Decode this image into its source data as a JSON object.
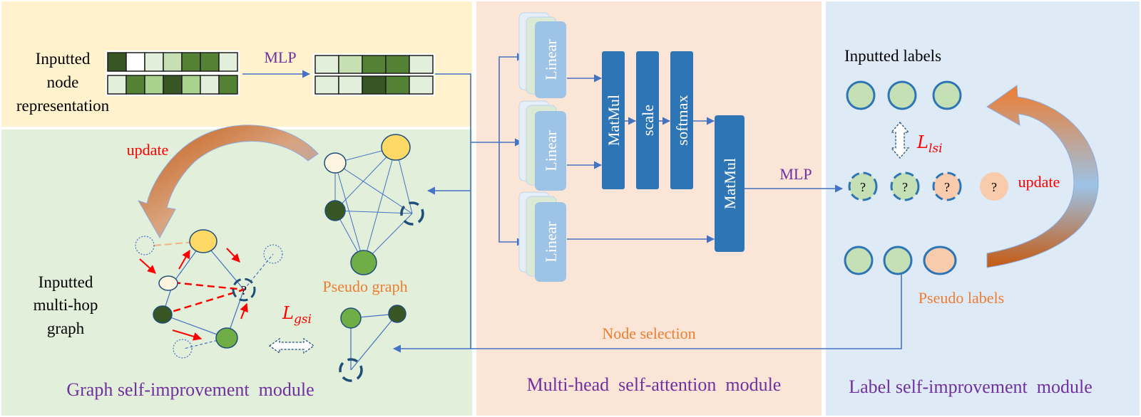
{
  "input_panel": {
    "label_line1": "Inputted",
    "label_line2": "node",
    "label_line3": "representation",
    "input_rows": [
      [
        "#375623",
        "#ffffff",
        "#e2efda",
        "#c6e0b4",
        "#548235",
        "#548235",
        "#e2efda"
      ],
      [
        "#e2efda",
        "#548235",
        "#a9d18e",
        "#375623",
        "#a9d18e",
        "#e2efda",
        "#548235"
      ]
    ],
    "output_rows": [
      [
        "#e2efda",
        "#c6e0b4",
        "#548235",
        "#548235",
        "#e2efda"
      ],
      [
        "#e2efda",
        "#e2efda",
        "#375623",
        "#548235",
        "#e2efda"
      ]
    ],
    "mlp_label": "MLP"
  },
  "graph_module": {
    "update_label": "update",
    "inputted_line1": "Inputted",
    "inputted_line2": "multi-hop",
    "inputted_line3": "graph",
    "pseudo_graph_label": "Pseudo graph",
    "loss_main": "L",
    "loss_sub": "gsi",
    "unknown_mark": "?",
    "title": "Graph self-improvement  module"
  },
  "attention_module": {
    "linear_label": "Linear",
    "matmul_label": "MatMul",
    "scale_label": "scale",
    "softmax_label": "softmax",
    "mlp_label": "MLP",
    "node_selection_label": "Node selection",
    "title": "Multi-head  self-attention  module"
  },
  "label_module": {
    "inputted_labels": "Inputted labels",
    "loss_main": "L",
    "loss_sub": "lsi",
    "unknown_mark": "?",
    "update_label": "update",
    "pseudo_labels": "Pseudo labels",
    "title": "Label self-improvement  module"
  },
  "colors": {
    "input_bg": "#fff2cc",
    "graph_bg": "#e2efda",
    "attention_bg": "#fbe5d6",
    "label_bg": "#deebf7",
    "linear_fill": "#9dc3e6",
    "block_fill": "#2e75b6",
    "arrow_blue": "#4472c4",
    "title_purple": "#7030a0",
    "orange_text": "#ed7d31",
    "red_text": "#ff0000",
    "node_light_green": "#c5e0b4",
    "node_orange": "#f8cbad"
  }
}
